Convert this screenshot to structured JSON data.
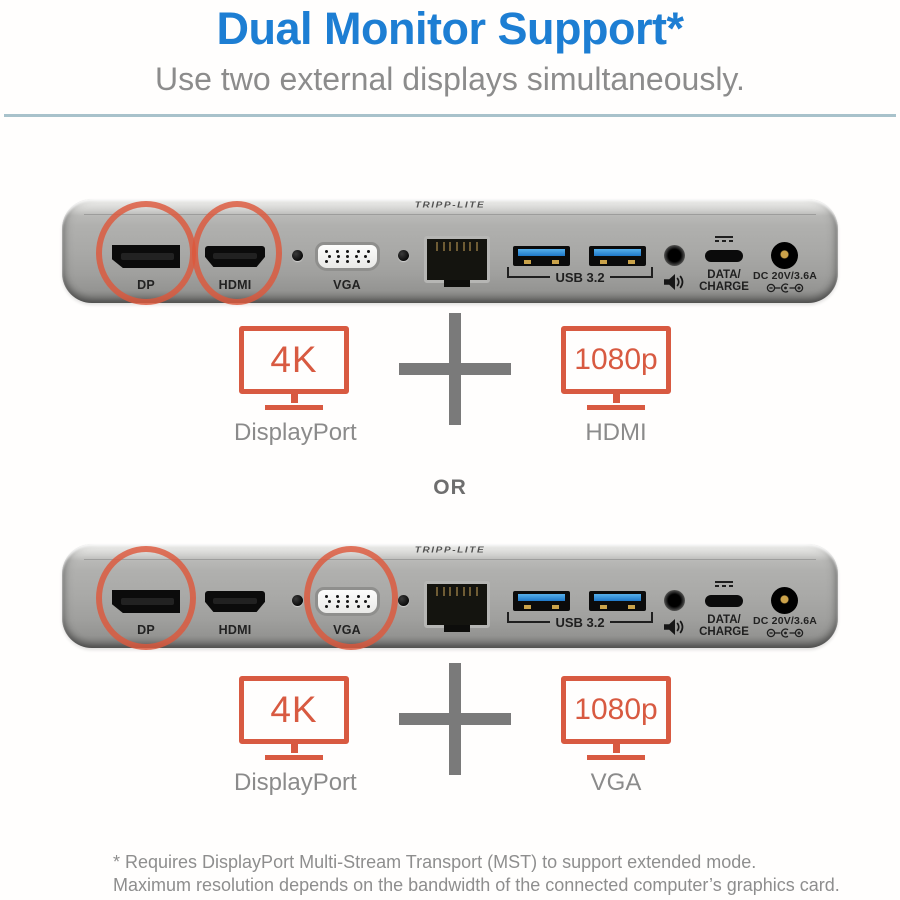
{
  "header": {
    "title": "Dual Monitor Support*",
    "subtitle": "Use two external displays simultaneously."
  },
  "dock": {
    "brand": "TRIPP-LITE",
    "ports": {
      "dp": {
        "label": "DP"
      },
      "hdmi": {
        "label": "HDMI"
      },
      "vga": {
        "label": "VGA"
      },
      "usb": {
        "label": "USB 3.2"
      },
      "audio": {
        "icon": "speaker-icon"
      },
      "usb_c": {
        "label_line1": "DATA/",
        "label_line2": "CHARGE",
        "icon": "dc-charge-symbol"
      },
      "power": {
        "label": "DC 20V/3.6A",
        "icon": "polarity-symbol"
      }
    }
  },
  "configurations": [
    {
      "highlighted_ports": [
        "DP",
        "HDMI"
      ],
      "operator": "+",
      "monitors": [
        {
          "resolution": "4K",
          "connection": "DisplayPort"
        },
        {
          "resolution": "1080p",
          "connection": "HDMI"
        }
      ]
    },
    {
      "highlighted_ports": [
        "DP",
        "VGA"
      ],
      "operator": "+",
      "monitors": [
        {
          "resolution": "4K",
          "connection": "DisplayPort"
        },
        {
          "resolution": "1080p",
          "connection": "VGA"
        }
      ]
    }
  ],
  "separator": "OR",
  "footnote": {
    "line1": "* Requires DisplayPort Multi-Stream Transport (MST) to support extended mode.",
    "line2": "Maximum resolution depends on the bandwidth of the connected computer’s graphics card."
  },
  "colors": {
    "title_blue": "#1d7ed3",
    "accent_red": "#d85a41",
    "text_gray": "#8c8c8c",
    "divider_blue_gray": "#a8c2cb",
    "plus_gray": "#7a7a7a"
  }
}
